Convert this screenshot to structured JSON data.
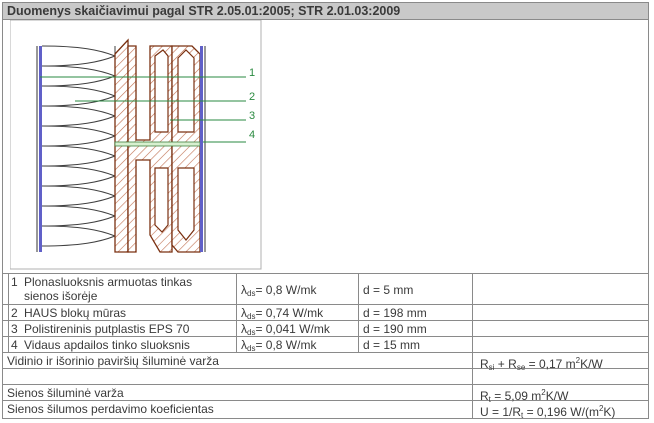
{
  "title": "Duomenys skaičiavimui pagal STR 2.05.01:2005; STR 2.01.03:2009",
  "figure": {
    "callouts": [
      "1",
      "2",
      "3",
      "4"
    ]
  },
  "layers": [
    {
      "num": "1",
      "name_line1": "Plonasluoksnis armuotas tinkas",
      "name_line2": "sienos išorėje",
      "lambda_symbol": "λ",
      "lambda_sub": "ds",
      "lambda_value": "= 0,8 W/mk",
      "thickness": "d = 5 mm"
    },
    {
      "num": "2",
      "name_line1": "HAUS blokų mūras",
      "name_line2": "",
      "lambda_symbol": "λ",
      "lambda_sub": "ds",
      "lambda_value": "= 0,74 W/mk",
      "thickness": "d = 198 mm"
    },
    {
      "num": "3",
      "name_line1": "Polistireninis putplastis EPS 70",
      "name_line2": "",
      "lambda_symbol": "λ",
      "lambda_sub": "ds",
      "lambda_value": "= 0,041 W/mk",
      "thickness": "d = 190 mm"
    },
    {
      "num": "4",
      "name_line1": "Vidaus apdailos tinko sluoksnis",
      "name_line2": "",
      "lambda_symbol": "λ",
      "lambda_sub": "ds",
      "lambda_value": "= 0,8 W/mk",
      "thickness": "d = 15 mm"
    }
  ],
  "surface_resistance": {
    "label": "Vidinio ir išorinio paviršių šiluminė varža",
    "r1": "R",
    "r1_sub": "si",
    "plus": " + ",
    "r2": "R",
    "r2_sub": "se",
    "value": " = 0,17 m",
    "exp": "2",
    "unit": "K/W"
  },
  "wall_resistance": {
    "label": "Sienos šiluminė varža",
    "sym": "R",
    "sym_sub": "t",
    "value": " = 5,09 m",
    "exp": "2",
    "unit": "K/W"
  },
  "transmittance": {
    "label": "Sienos šilumos perdavimo koeficientas",
    "value_pre": "U = 1/R",
    "value_sub": "t",
    "value_mid": " = 0,196 W/(m",
    "exp": "2",
    "value_post": "K)"
  }
}
